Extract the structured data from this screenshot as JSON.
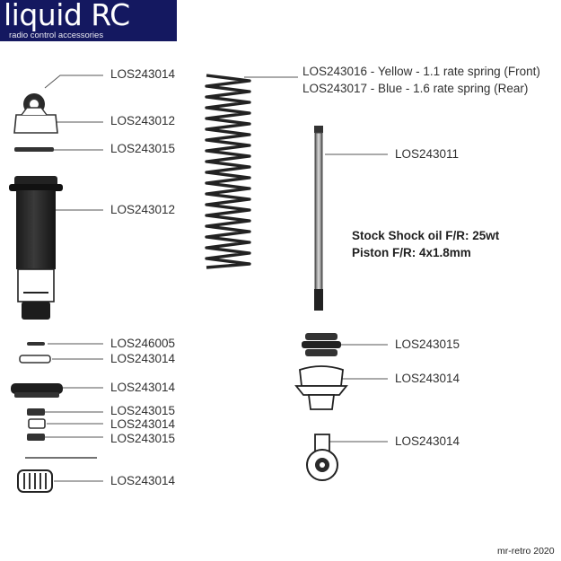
{
  "logo": {
    "brand": "liquid RC",
    "tagline": "radio control accessories",
    "color": "#141860"
  },
  "parts": {
    "left_cap": "LOS243014",
    "left_bracket": "LOS243012",
    "left_oring_top": "LOS243015",
    "left_body": "LOS243012",
    "left_washer": "LOS246005",
    "left_ring": "LOS243014",
    "left_cap_bottom": "LOS243014",
    "left_small_a": "LOS243015",
    "left_small_b": "LOS243014",
    "left_small_c": "LOS243015",
    "left_nut": "LOS243014",
    "spring_front": "LOS243016 - Yellow - 1.1 rate spring (Front)",
    "spring_rear": "LOS243017 - Blue - 1.6 rate spring (Rear)",
    "shaft": "LOS243011",
    "right_bellow": "LOS243015",
    "right_top": "LOS243014",
    "right_end": "LOS243014"
  },
  "notes": {
    "oil": "Stock Shock oil F/R: 25wt",
    "piston": "Piston F/R: 4x1.8mm"
  },
  "credit": "mr-retro  2020"
}
